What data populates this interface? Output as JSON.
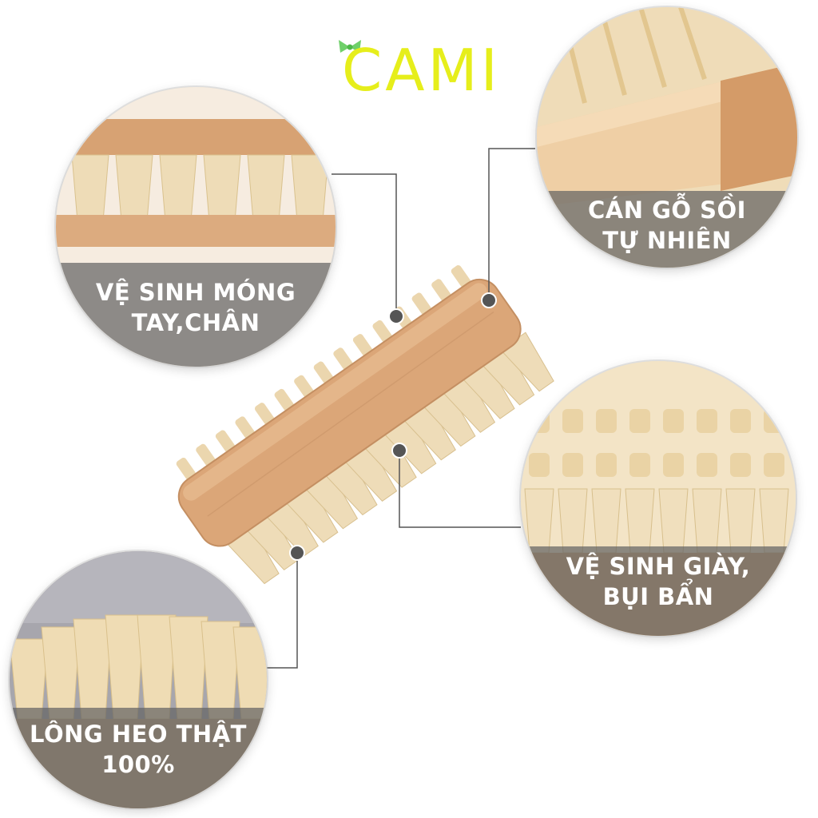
{
  "brand": {
    "name": "CAMI"
  },
  "callouts": [
    {
      "line1": "VỆ SINH MÓNG",
      "line2": "TAY,CHÂN"
    },
    {
      "line1": "CÁN GỖ SỒI",
      "line2": "TỰ NHIÊN"
    },
    {
      "line1": "VỆ SINH GIÀY,",
      "line2": "BỤI BẨN"
    },
    {
      "line1": "LÔNG HEO THẬT",
      "line2": "100%"
    }
  ],
  "colors": {
    "logo": "#e6ee1b",
    "bow": "#6fd06a",
    "wood": "#d9a57a",
    "bristle": "#efdcb6",
    "band": "#646464",
    "connector": "#555555"
  }
}
